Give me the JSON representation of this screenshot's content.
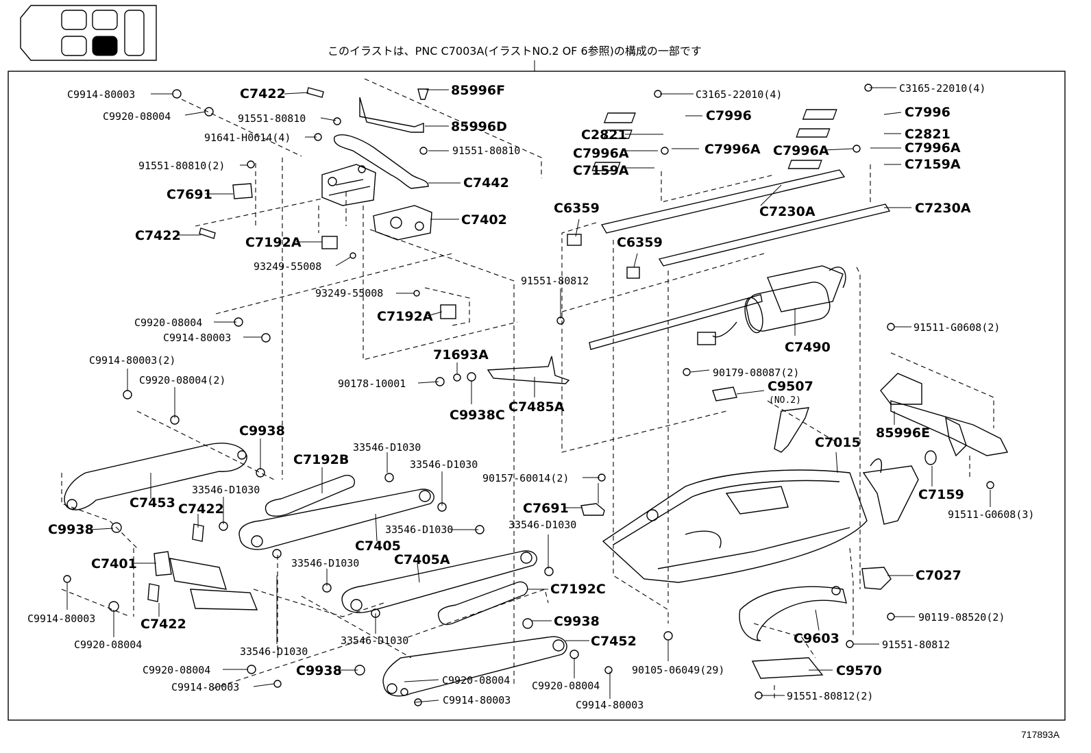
{
  "header_note": "このイラストは、PNC C7003A(イラストNO.2 OF 6参照)の構成の一部です",
  "illustration_id": "717893A",
  "locator": {
    "selected_index": 4,
    "fill_color": "#000000"
  },
  "callouts": [
    {
      "id": "c1",
      "text": "C9914-80003",
      "style": "mono"
    },
    {
      "id": "c2",
      "text": "C9920-08004",
      "style": "mono"
    },
    {
      "id": "c3",
      "text": "C7422",
      "style": "big"
    },
    {
      "id": "c4",
      "text": "91551-80810",
      "style": "mono"
    },
    {
      "id": "c5",
      "text": "91641-H0614(4)",
      "style": "mono"
    },
    {
      "id": "c6",
      "text": "91551-80810(2)",
      "style": "mono"
    },
    {
      "id": "c7",
      "text": "C7691",
      "style": "big"
    },
    {
      "id": "c8",
      "text": "C7422",
      "style": "big"
    },
    {
      "id": "c9",
      "text": "C7192A",
      "style": "big"
    },
    {
      "id": "c10",
      "text": "93249-55008",
      "style": "mono"
    },
    {
      "id": "c11",
      "text": "93249-55008",
      "style": "mono"
    },
    {
      "id": "c12",
      "text": "C7192A",
      "style": "big"
    },
    {
      "id": "c13",
      "text": "85996F",
      "style": "big"
    },
    {
      "id": "c14",
      "text": "85996D",
      "style": "big"
    },
    {
      "id": "c15",
      "text": "91551-80810",
      "style": "mono"
    },
    {
      "id": "c16",
      "text": "C7442",
      "style": "big"
    },
    {
      "id": "c17",
      "text": "C7402",
      "style": "big"
    },
    {
      "id": "c18",
      "text": "C9920-08004",
      "style": "mono"
    },
    {
      "id": "c19",
      "text": "C9914-80003",
      "style": "mono"
    },
    {
      "id": "c20",
      "text": "C9914-80003(2)",
      "style": "mono"
    },
    {
      "id": "c21",
      "text": "C9920-08004(2)",
      "style": "mono"
    },
    {
      "id": "c22",
      "text": "C9938",
      "style": "big"
    },
    {
      "id": "c23",
      "text": "C7453",
      "style": "big"
    },
    {
      "id": "c24",
      "text": "33546-D1030",
      "style": "mono"
    },
    {
      "id": "c25",
      "text": "C7422",
      "style": "big"
    },
    {
      "id": "c26",
      "text": "C9938",
      "style": "big"
    },
    {
      "id": "c27",
      "text": "C7401",
      "style": "big"
    },
    {
      "id": "c28",
      "text": "C9914-80003",
      "style": "mono"
    },
    {
      "id": "c29",
      "text": "C7422",
      "style": "big"
    },
    {
      "id": "c30",
      "text": "C9920-08004",
      "style": "mono"
    },
    {
      "id": "c31",
      "text": "33546-D1030",
      "style": "mono"
    },
    {
      "id": "c32",
      "text": "C9920-08004",
      "style": "mono"
    },
    {
      "id": "c33",
      "text": "C9938",
      "style": "big"
    },
    {
      "id": "c34",
      "text": "C9914-80003",
      "style": "mono"
    },
    {
      "id": "c35",
      "text": "C7192B",
      "style": "big"
    },
    {
      "id": "c36",
      "text": "33546-D1030",
      "style": "mono"
    },
    {
      "id": "c37",
      "text": "33546-D1030",
      "style": "mono"
    },
    {
      "id": "c38",
      "text": "C7405",
      "style": "big"
    },
    {
      "id": "c39",
      "text": "33546-D1030",
      "style": "mono"
    },
    {
      "id": "c40",
      "text": "33546-D1030",
      "style": "mono"
    },
    {
      "id": "c41",
      "text": "C7405A",
      "style": "big"
    },
    {
      "id": "c42",
      "text": "33546-D1030",
      "style": "mono"
    },
    {
      "id": "c43",
      "text": "C7192C",
      "style": "big"
    },
    {
      "id": "c44",
      "text": "C9938",
      "style": "big"
    },
    {
      "id": "c45",
      "text": "C7452",
      "style": "big"
    },
    {
      "id": "c46",
      "text": "C9920-08004",
      "style": "mono"
    },
    {
      "id": "c47",
      "text": "C9914-80003",
      "style": "mono"
    },
    {
      "id": "c48",
      "text": "C9920-08004",
      "style": "mono"
    },
    {
      "id": "c49",
      "text": "C9914-80003",
      "style": "mono"
    },
    {
      "id": "c50",
      "text": "33546-D1030",
      "style": "mono"
    },
    {
      "id": "c51",
      "text": "71693A",
      "style": "big"
    },
    {
      "id": "c52",
      "text": "90178-10001",
      "style": "mono"
    },
    {
      "id": "c53",
      "text": "C9938C",
      "style": "big"
    },
    {
      "id": "c54",
      "text": "C7485A",
      "style": "big"
    },
    {
      "id": "c55",
      "text": "91551-80812",
      "style": "mono"
    },
    {
      "id": "c56",
      "text": "90157-60014(2)",
      "style": "mono"
    },
    {
      "id": "c57",
      "text": "C7691",
      "style": "big"
    },
    {
      "id": "c58",
      "text": "C3165-22010(4)",
      "style": "mono"
    },
    {
      "id": "c59",
      "text": "C7996",
      "style": "big"
    },
    {
      "id": "c60",
      "text": "C2821",
      "style": "big"
    },
    {
      "id": "c61",
      "text": "C7996A",
      "style": "big"
    },
    {
      "id": "c62",
      "text": "C7996A",
      "style": "big"
    },
    {
      "id": "c63",
      "text": "C7159A",
      "style": "big"
    },
    {
      "id": "c64",
      "text": "C6359",
      "style": "big"
    },
    {
      "id": "c65",
      "text": "C7230A",
      "style": "big"
    },
    {
      "id": "c66",
      "text": "C6359",
      "style": "big"
    },
    {
      "id": "c67",
      "text": "C3165-22010(4)",
      "style": "mono"
    },
    {
      "id": "c68",
      "text": "C7996",
      "style": "big"
    },
    {
      "id": "c69",
      "text": "C2821",
      "style": "big"
    },
    {
      "id": "c70",
      "text": "C7996A",
      "style": "big"
    },
    {
      "id": "c71",
      "text": "C7996A",
      "style": "big"
    },
    {
      "id": "c72",
      "text": "C7159A",
      "style": "big"
    },
    {
      "id": "c73",
      "text": "C7230A",
      "style": "big"
    },
    {
      "id": "c74",
      "text": "C7490",
      "style": "big"
    },
    {
      "id": "c75",
      "text": "90179-08087(2)",
      "style": "mono"
    },
    {
      "id": "c76",
      "text": "C9507",
      "style": "big"
    },
    {
      "id": "c77",
      "text": "(NO.2)",
      "style": "small"
    },
    {
      "id": "c78",
      "text": "C7015",
      "style": "big"
    },
    {
      "id": "c79",
      "text": "91511-G0608(2)",
      "style": "mono"
    },
    {
      "id": "c80",
      "text": "85996E",
      "style": "big"
    },
    {
      "id": "c81",
      "text": "C7159",
      "style": "big"
    },
    {
      "id": "c82",
      "text": "91511-G0608(3)",
      "style": "mono"
    },
    {
      "id": "c83",
      "text": "C7027",
      "style": "big"
    },
    {
      "id": "c84",
      "text": "90119-08520(2)",
      "style": "mono"
    },
    {
      "id": "c85",
      "text": "C9603",
      "style": "big"
    },
    {
      "id": "c86",
      "text": "91551-80812",
      "style": "mono"
    },
    {
      "id": "c87",
      "text": "C9570",
      "style": "big"
    },
    {
      "id": "c88",
      "text": "90105-06049(29)",
      "style": "mono"
    },
    {
      "id": "c89",
      "text": "91551-80812(2)",
      "style": "mono"
    }
  ]
}
